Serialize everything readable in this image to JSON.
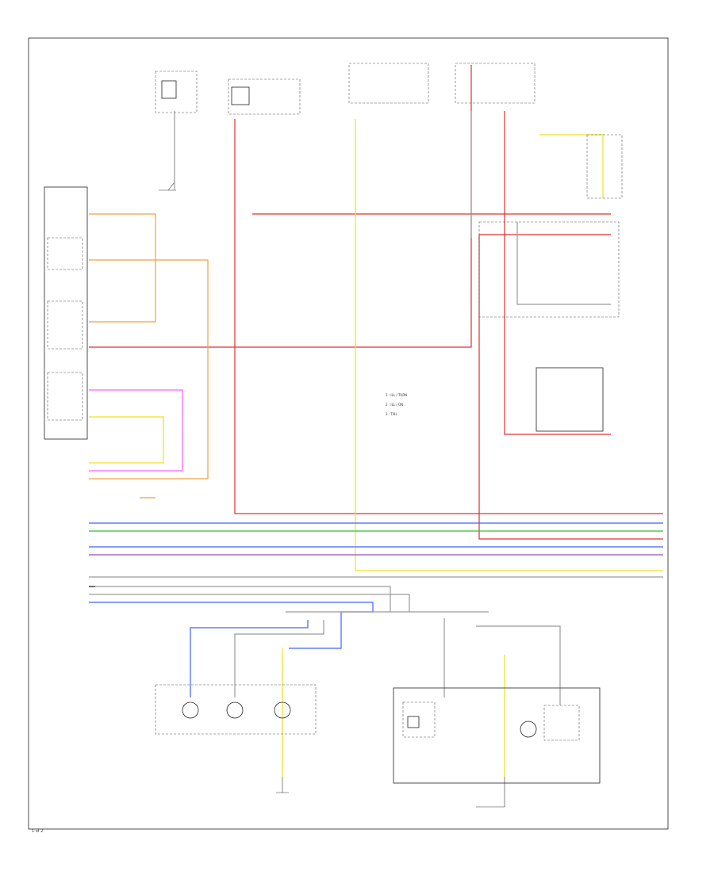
{
  "title": "",
  "page_number": "1 of 2",
  "colors": {
    "red": "#e03030",
    "orange": "#f0a040",
    "yellow": "#f0e020",
    "pink": "#ff60ff",
    "blue": "#4060ff",
    "green": "#30c030",
    "purple": "#9050c0",
    "gray": "#9a9a9a",
    "black": "#202020",
    "brown": "#8a5a2a",
    "white": "#ffffff"
  },
  "legend": [
    "1 : ILL / TURN",
    "2 : ILL / ON",
    "3 : TAIL"
  ]
}
